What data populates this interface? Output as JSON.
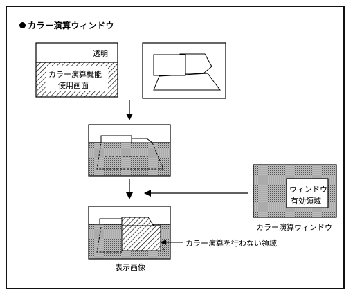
{
  "heading": "カラー演算ウィンドウ",
  "source_panel": {
    "top_label": "透明",
    "area_line1": "カラー演算機能",
    "area_line2": "使用画面"
  },
  "window_panel": {
    "inner_line1": "ウィンドウ",
    "inner_line2": "有効領域",
    "caption": "カラー演算ウィンドウ"
  },
  "result": {
    "callout": "カラー演算を行わない領域",
    "caption": "表示画像"
  }
}
